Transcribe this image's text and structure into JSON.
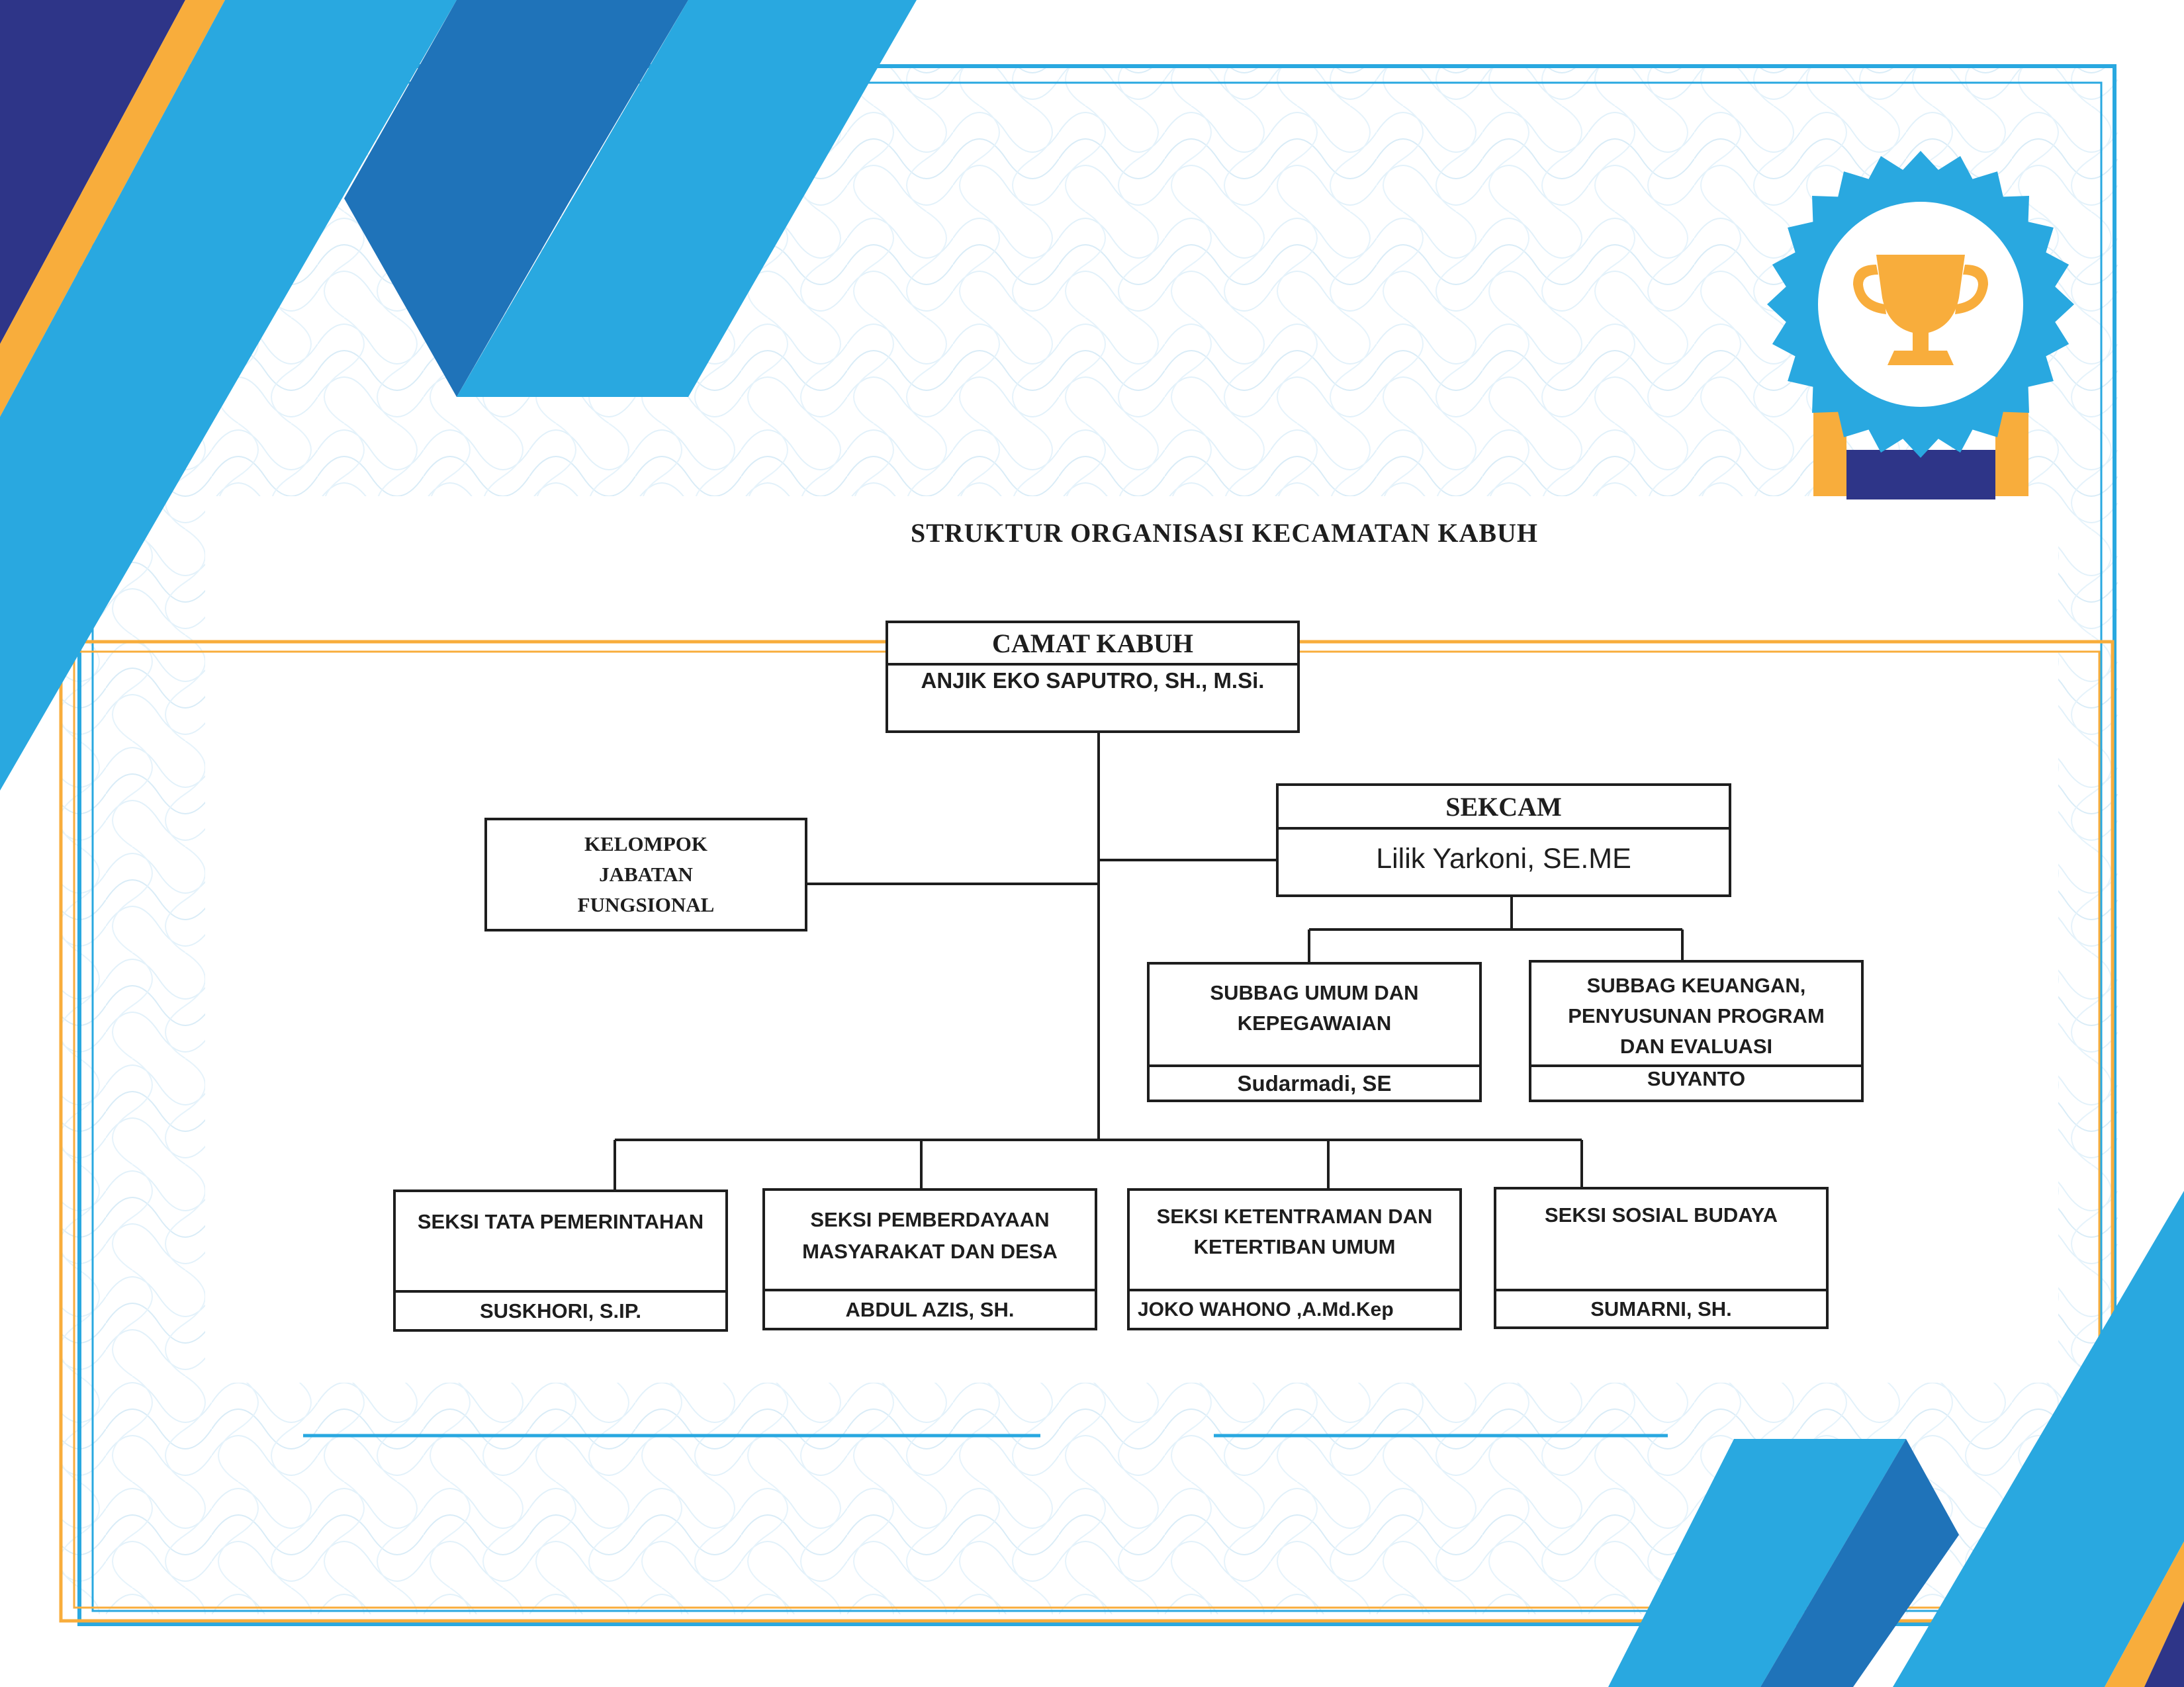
{
  "chart": {
    "title": "STRUKTUR ORGANISASI KECAMATAN KABUH"
  },
  "nodes": {
    "camat": {
      "position": "CAMAT KABUH",
      "name": "ANJIK EKO SAPUTRO, SH., M.Si."
    },
    "kelompok": {
      "lines": [
        "KELOMPOK",
        "JABATAN",
        "FUNGSIONAL"
      ]
    },
    "sekcam": {
      "position": "SEKCAM",
      "name": "Lilik Yarkoni, SE.ME"
    },
    "subbag_umum": {
      "lines": [
        "SUBBAG UMUM DAN",
        "KEPEGAWAIAN"
      ],
      "name": "Sudarmadi, SE"
    },
    "subbag_keuangan": {
      "lines": [
        "SUBBAG KEUANGAN,",
        "PENYUSUNAN PROGRAM",
        "DAN EVALUASI"
      ],
      "name": "SUYANTO"
    },
    "seksi_pemerintahan": {
      "lines": [
        "SEKSI TATA PEMERINTAHAN"
      ],
      "name": "SUSKHORI, S.IP."
    },
    "seksi_pemberdayaan": {
      "lines": [
        "SEKSI PEMBERDAYAAN",
        "MASYARAKAT DAN DESA"
      ],
      "name": "ABDUL AZIS, SH."
    },
    "seksi_ketentraman": {
      "lines": [
        "SEKSI KETENTRAMAN DAN",
        "KETERTIBAN UMUM"
      ],
      "name": "JOKO WAHONO ,A.Md.Kep"
    },
    "seksi_sosial": {
      "lines": [
        "SEKSI SOSIAL BUDAYA"
      ],
      "name": "SUMARNI, SH."
    }
  },
  "decor": {
    "colors": {
      "navy": "#2e3588",
      "blue_dark": "#1f73b9",
      "blue_light": "#29a8e0",
      "orange": "#f8ad3c",
      "line_gray": "#1e1e1e"
    },
    "badge_icon": "trophy-icon"
  }
}
